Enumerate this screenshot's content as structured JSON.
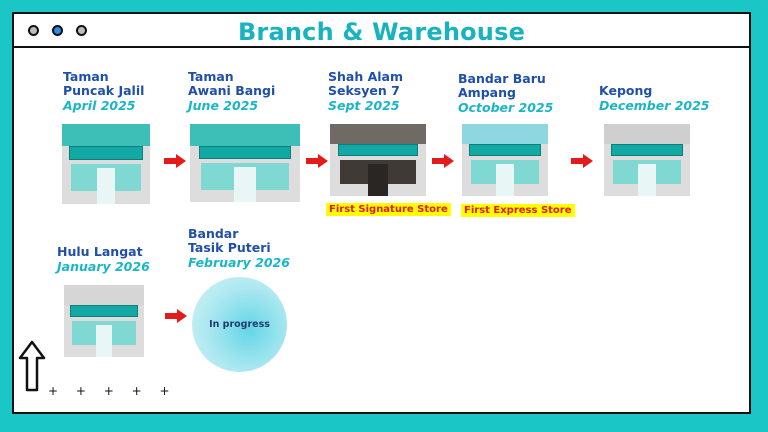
{
  "window": {
    "title": "Branch & Warehouse"
  },
  "branches": [
    {
      "name": "Taman\nPuncak Jalil",
      "date": "April 2025"
    },
    {
      "name": "Taman\nAwani Bangi",
      "date": "June 2025"
    },
    {
      "name": "Shah Alam\nSeksyen 7",
      "date": "Sept 2025",
      "tag": "First Signature Store"
    },
    {
      "name": "Bandar Baru\nAmpang",
      "date": "October 2025",
      "tag": "First Express Store"
    },
    {
      "name": "Kepong",
      "date": "December 2025"
    },
    {
      "name": "Hulu Langat",
      "date": "January 2026"
    },
    {
      "name": "Bandar\nTasik Puteri",
      "date": "February 2026"
    }
  ],
  "in_progress_label": "In progress",
  "footer": {
    "dots": "+ + + + +"
  }
}
